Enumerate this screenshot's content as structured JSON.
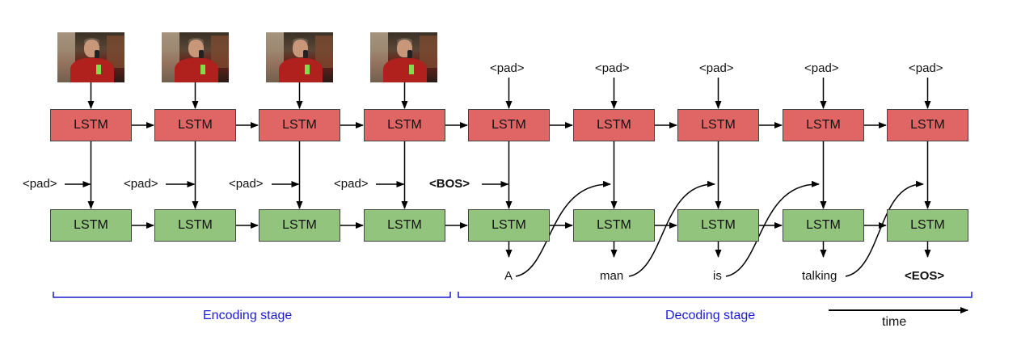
{
  "lstm_label": "LSTM",
  "pad_token": "<pad>",
  "bos_token": "<BOS>",
  "output_words": [
    "A",
    "man",
    "is",
    "talking",
    "<EOS>"
  ],
  "encoding_stage_label": "Encoding stage",
  "decoding_stage_label": "Decoding stage",
  "time_label": "time",
  "colors": {
    "top_lstm": "#e06666",
    "bottom_lstm": "#93c47d",
    "stage_brace": "#1a1ad6",
    "arrow": "#000000"
  },
  "icons": {
    "video_frame": "man-talking-on-phone"
  }
}
